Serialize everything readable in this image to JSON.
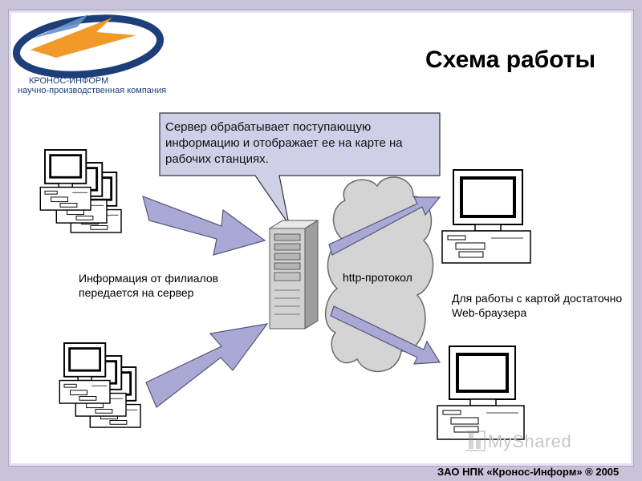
{
  "title": "Схема работы",
  "logo": {
    "line1": "КРОНОС-ИНФОРМ",
    "line2": "научно-производственная компания"
  },
  "callout": "Сервер обрабатывает поступающую информацию и отображает ее на карте на рабочих станциях.",
  "label_branches": "Информация от филиалов передается на сервер",
  "label_protocol": "http-протокол",
  "label_client": "Для работы с картой достаточно Web-браузера",
  "footer": "ЗАО НПК «Кронос-Информ» ® 2005",
  "watermark": "MyShared",
  "colors": {
    "arrow_fill": "#aaa9d6",
    "arrow_stroke": "#55557a",
    "callout_fill": "#cfcfe8",
    "cloud_fill": "#d4d4d4",
    "server_fill": "#cfcfcf",
    "logo_blue": "#1c3f7a",
    "logo_orange": "#f19a2a"
  }
}
